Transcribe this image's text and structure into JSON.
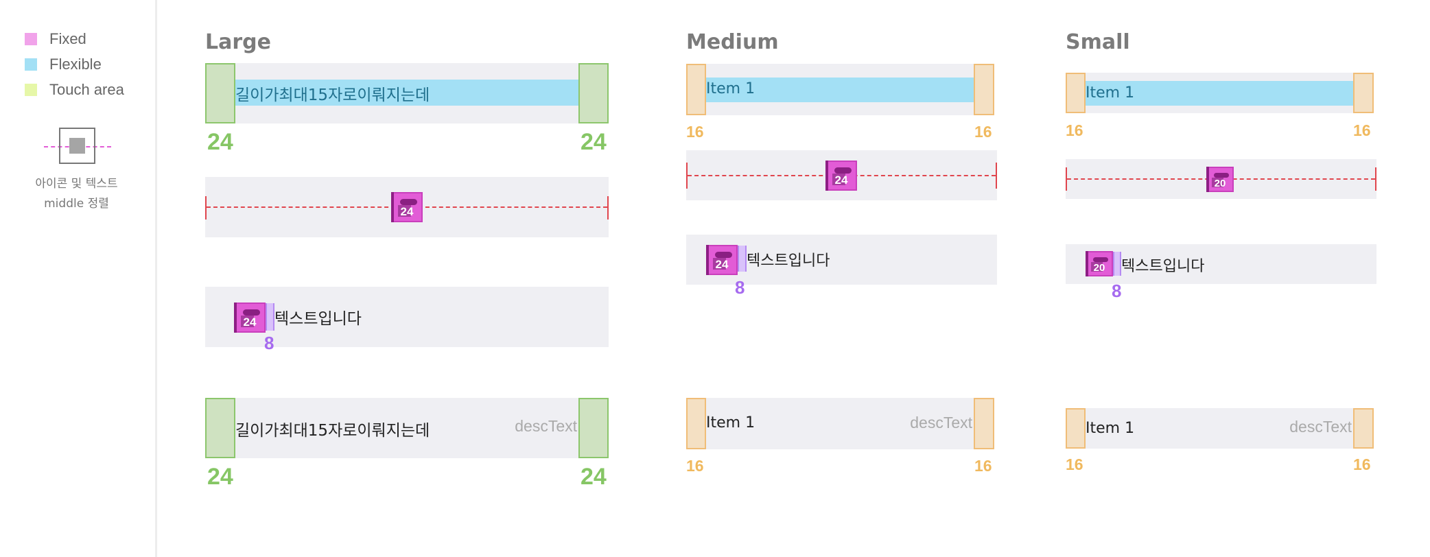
{
  "legend": {
    "items": [
      {
        "label": "Fixed",
        "color": "#f1a3ea"
      },
      {
        "label": "Flexible",
        "color": "#a3e0f5"
      },
      {
        "label": "Touch area",
        "color": "#e6f7a8"
      }
    ],
    "note_line1": "아이콘 및 텍스트",
    "note_line2": "middle 정렬"
  },
  "colors": {
    "touch_pad_large": "#cfe2c1",
    "touch_pad_small": "#f4e0c3",
    "guide_line": "#e0454d",
    "gap": "#d9c2fb"
  },
  "large": {
    "title": "Large",
    "row1": {
      "text": "길이가최대15자로이뤄지는데",
      "pad_left": "24",
      "pad_right": "24"
    },
    "row2": {
      "icon": "24"
    },
    "row3": {
      "icon": "24",
      "text": "텍스트입니다",
      "gap": "8"
    },
    "row4": {
      "text": "길이가최대15자로이뤄지는데",
      "desc": "descText",
      "pad_left": "24",
      "pad_right": "24"
    }
  },
  "medium": {
    "title": "Medium",
    "row1": {
      "text": "Item 1",
      "pad_left": "16",
      "pad_right": "16"
    },
    "row2": {
      "icon": "24"
    },
    "row3": {
      "icon": "24",
      "text": "텍스트입니다",
      "gap": "8"
    },
    "row4": {
      "text": "Item 1",
      "desc": "descText",
      "pad_left": "16",
      "pad_right": "16"
    }
  },
  "small": {
    "title": "Small",
    "row1": {
      "text": "Item 1",
      "pad_left": "16",
      "pad_right": "16"
    },
    "row2": {
      "icon": "20"
    },
    "row3": {
      "icon": "20",
      "text": "텍스트입니다",
      "gap": "8"
    },
    "row4": {
      "text": "Item 1",
      "desc": "descText",
      "pad_left": "16",
      "pad_right": "16"
    }
  }
}
